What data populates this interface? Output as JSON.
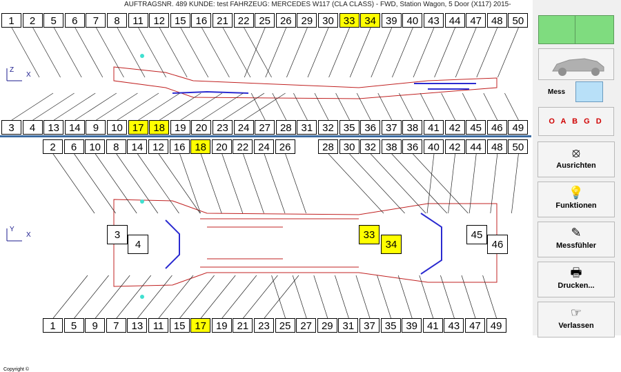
{
  "title": "AUFTRAGSNR. 489    KUNDE:  test    FAHRZEUG: MERCEDES   W117 (CLA CLASS)  - FWD, Station Wagon, 5 Door (X117)  2015-",
  "colors": {
    "highlight": "#ffff00",
    "frame_lines": "#c02020",
    "divider": "#3a6aa0"
  },
  "top_view": {
    "axis": {
      "vertical": "Z",
      "horizontal": "X"
    },
    "top_row": [
      "1",
      "2",
      "5",
      "6",
      "7",
      "8",
      "11",
      "12",
      "15",
      "16",
      "21",
      "22",
      "25",
      "26",
      "29",
      "30",
      "33",
      "34",
      "39",
      "40",
      "43",
      "44",
      "47",
      "48",
      "50"
    ],
    "top_highlight": [
      "33",
      "34"
    ],
    "bottom_row": [
      "3",
      "4",
      "13",
      "14",
      "9",
      "10",
      "17",
      "18",
      "19",
      "20",
      "23",
      "24",
      "27",
      "28",
      "31",
      "32",
      "35",
      "36",
      "37",
      "38",
      "41",
      "42",
      "45",
      "46",
      "49"
    ],
    "bottom_highlight": [
      "17",
      "18"
    ]
  },
  "bottom_view": {
    "axis": {
      "vertical": "Y",
      "horizontal": "X"
    },
    "copyright": "Copyright ©",
    "top_row_left": [
      "2",
      "6",
      "10",
      "8",
      "14",
      "12",
      "16",
      "18",
      "20",
      "22",
      "24",
      "26"
    ],
    "top_row_right": [
      "28",
      "30",
      "32",
      "38",
      "36",
      "40",
      "42",
      "44",
      "48",
      "50"
    ],
    "top_highlight": [
      "18"
    ],
    "bottom_row": [
      "1",
      "5",
      "9",
      "7",
      "13",
      "11",
      "15",
      "17",
      "19",
      "21",
      "23",
      "25",
      "27",
      "29",
      "31",
      "37",
      "35",
      "39",
      "41",
      "43",
      "47",
      "49"
    ],
    "bottom_highlight": [
      "17"
    ],
    "middle_boxes": [
      {
        "label": "3",
        "highlight": false
      },
      {
        "label": "4",
        "highlight": false
      },
      {
        "label": "33",
        "highlight": true
      },
      {
        "label": "34",
        "highlight": true
      },
      {
        "label": "45",
        "highlight": false
      },
      {
        "label": "46",
        "highlight": false
      }
    ]
  },
  "sidebar": {
    "mess_label": "Mess",
    "oabgd": "O A B G D",
    "buttons": [
      {
        "label": "Ausrichten",
        "icon": "compass-icon",
        "glyph": "⦻"
      },
      {
        "label": "Funktionen",
        "icon": "lightbulb-icon",
        "glyph": "💡"
      },
      {
        "label": "Messfühler",
        "icon": "pencil-icon",
        "glyph": "✎"
      },
      {
        "label": "Drucken...",
        "icon": "printer-icon",
        "glyph": "🖶"
      },
      {
        "label": "Verlassen",
        "icon": "hand-pointer-icon",
        "glyph": "☞"
      }
    ]
  }
}
